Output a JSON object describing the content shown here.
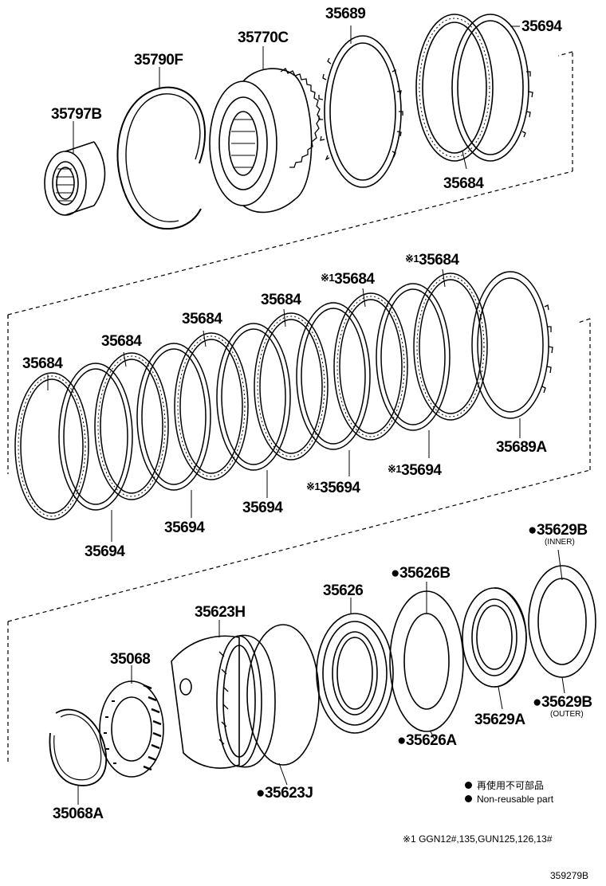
{
  "parts": {
    "p35797B": "35797B",
    "p35790F": "35790F",
    "p35770C": "35770C",
    "p35689": "35689",
    "p35694_top": "35694",
    "p35684_top": "35684",
    "p35684_a": "35684",
    "p35684_b": "35684",
    "p35684_c": "35684",
    "p35684_d": "35684",
    "p35684_e": "35684",
    "p35684_f": "35684",
    "p35689A": "35689A",
    "p35694_a": "35694",
    "p35694_b": "35694",
    "p35694_c": "35694",
    "p35694_d": "35694",
    "p35694_e": "35694",
    "p35629B_inner": "35629B",
    "p35626B": "35626B",
    "p35626": "35626",
    "p35623H": "35623H",
    "p35068": "35068",
    "p35626A": "35626A",
    "p35629A": "35629A",
    "p35629B_outer": "35629B",
    "p35623J": "35623J",
    "p35068A": "35068A"
  },
  "marks": {
    "footnote_mark": "※1",
    "nonreusable_dot": "●"
  },
  "sublabels": {
    "inner": "(INNER)",
    "outer": "(OUTER)"
  },
  "legend": {
    "jp": "再使用不可部品",
    "en": "Non-reusable part"
  },
  "footnote": "※1 GGN12#,135,GUN125,126,13#",
  "illustration_no": "359279B"
}
